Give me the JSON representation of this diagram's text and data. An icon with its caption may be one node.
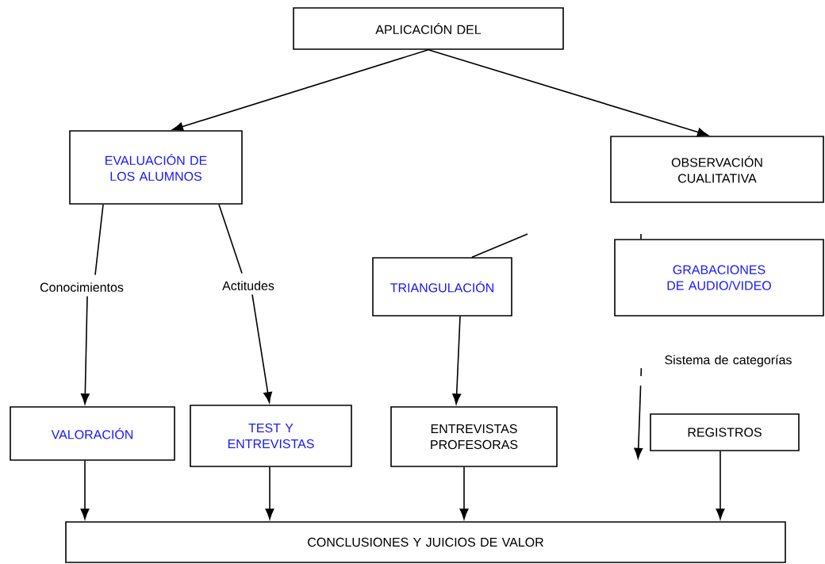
{
  "diagram": {
    "nodes": [
      {
        "text": [
          "APLICACIÓN DEL"
        ]
      },
      {
        "text": [
          "EVALUACIÓN DE LOS ALUMNOS"
        ]
      },
      {
        "text": [
          "OBSERVACIÓN CUALITATIVA"
        ]
      },
      {
        "text": [
          "Conocimientos"
        ]
      },
      {
        "text": [
          "Actitudes"
        ]
      },
      {
        "text": [
          "TRIANGULACIÓN"
        ]
      },
      {
        "text": [
          "GRABACIONES DE AUDIO/VIDEO"
        ]
      },
      {
        "text": [
          "Sistema de categorías"
        ]
      },
      {
        "text": [
          "VALORACIÓN"
        ]
      },
      {
        "text": [
          "TEST Y ENTREVISTAS"
        ]
      },
      {
        "text": [
          "ENTREVISTAS PROFESORAS"
        ]
      },
      {
        "text": [
          "REGISTROS"
        ]
      },
      {
        "text": [
          "CONCLUSIONES Y JUICIOS DE VALOR"
        ]
      }
    ],
    "edges": [
      {
        "from": 0,
        "to": 1,
        "arrow": "to"
      },
      {
        "from": 0,
        "to": 2,
        "arrow": "to"
      },
      {
        "from": 1,
        "to": 3,
        "arrow": "none"
      },
      {
        "from": 3,
        "to": 8,
        "arrow": "to"
      },
      {
        "from": 1,
        "to": 4,
        "arrow": "none"
      },
      {
        "from": 4,
        "to": 9,
        "arrow": "to"
      },
      {
        "from": null,
        "to": 5,
        "arrow": "none"
      },
      {
        "from": null,
        "to": 6,
        "arrow": "none"
      },
      {
        "from": 5,
        "to": 10,
        "arrow": "to"
      },
      {
        "from": 7,
        "to": 11,
        "arrow": "to",
        "style": "dashed"
      },
      {
        "from": 8,
        "to": 12,
        "arrow": "to"
      },
      {
        "from": 9,
        "to": 12,
        "arrow": "to"
      },
      {
        "from": 10,
        "to": 12,
        "arrow": "to"
      },
      {
        "from": 11,
        "to": 12,
        "arrow": "to"
      }
    ]
  }
}
